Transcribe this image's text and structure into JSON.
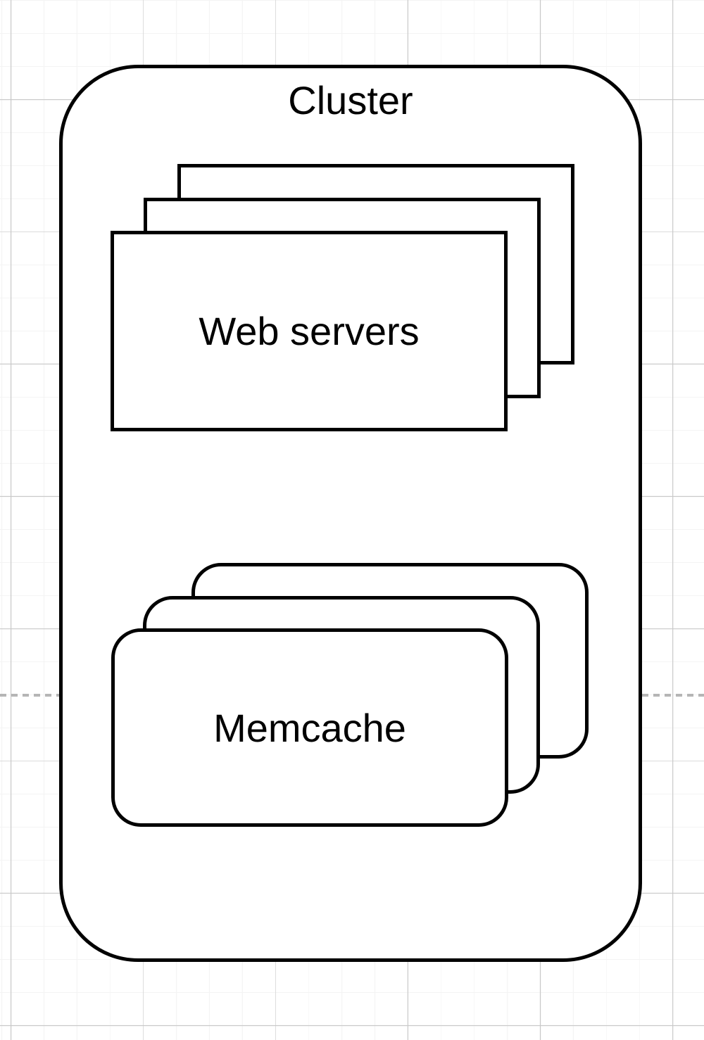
{
  "diagram": {
    "cluster": {
      "label": "Cluster"
    },
    "web_servers": {
      "label": "Web servers",
      "stack_count": 3,
      "shape": "rectangle"
    },
    "memcache": {
      "label": "Memcache",
      "stack_count": 3,
      "shape": "rounded-rectangle"
    }
  },
  "colors": {
    "shape_stroke": "#000000",
    "shape_fill": "#ffffff",
    "grid_minor": "#f4f4f4",
    "grid_major": "#c9c9c9",
    "page_divider": "#b5b5b5",
    "label_text": "#000000"
  }
}
